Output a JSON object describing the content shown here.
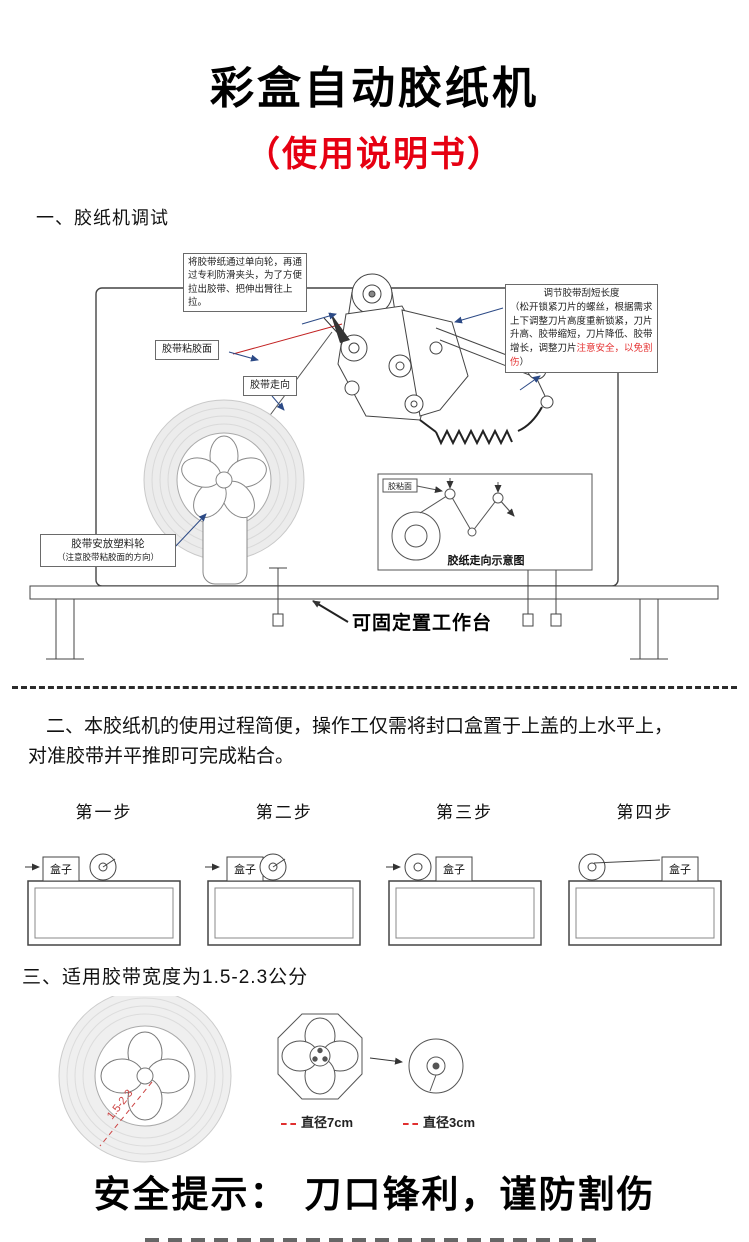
{
  "header": {
    "title": "彩盒自动胶纸机",
    "subtitle": "（使用说明书）"
  },
  "section1": {
    "heading": "一、胶纸机调试",
    "callout_feed": "将胶带纸通过单向轮，再通过专利防滑夹头，为了方便拉出胶带、把伸出臂往上拉。",
    "label_adhesive_side": "胶带粘胶面",
    "label_tape_direction": "胶带走向",
    "adjust_box": {
      "title": "调节胶带刮短长度",
      "body": "（松开锁紧刀片的螺丝，根据需求上下调整刀片高度重新锁紧，刀片升高、胶带缩短，刀片降低、胶带增长，调整刀片",
      "warning": "注意安全，以免割伤",
      "closing": "）"
    },
    "wheel_box": {
      "line1": "胶带安放塑料轮",
      "line2": "（注意胶带粘胶面的方向）"
    },
    "schematic": {
      "adhesive_label": "胶粘面",
      "caption": "胶纸走向示意图"
    },
    "worktable_label": "可固定置工作台"
  },
  "section2": {
    "line1": "二、本胶纸机的使用过程简便，操作工仅需将封口盒置于上盖的上水平上，",
    "line2": "对准胶带并平推即可完成粘合。",
    "steps": [
      {
        "label": "第一步",
        "box_label": "盒子"
      },
      {
        "label": "第二步",
        "box_label": "盒子"
      },
      {
        "label": "第三步",
        "box_label": "盒子"
      },
      {
        "label": "第四步",
        "box_label": "盒子"
      }
    ]
  },
  "section3": {
    "heading": "三、适用胶带宽度为1.5-2.3公分",
    "width_range": "1.5-2.3",
    "diameter_large": "直径7cm",
    "diameter_small": "直径3cm"
  },
  "footer": {
    "safety_prefix": "安全提示：",
    "safety_text": "刀口锋利，谨防割伤"
  },
  "colors": {
    "accent_red": "#e60012",
    "warning_red": "#e53333",
    "measure_red": "#cc4444"
  }
}
